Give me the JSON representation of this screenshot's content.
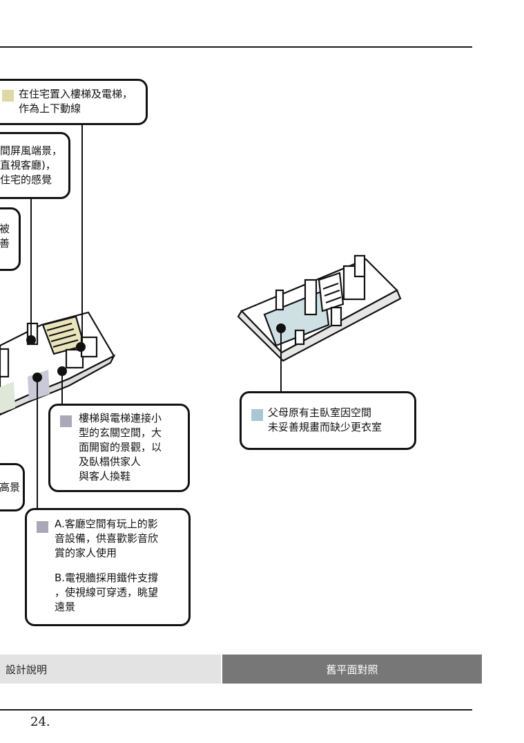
{
  "colors": {
    "yellow_swatch": "#ddd9a6",
    "blue_swatch": "#a9c6d4",
    "gray_swatch": "#a8a8b6",
    "room_blue": "#cfe0e4",
    "stair_yellow": "#e9e4bc"
  },
  "callouts": {
    "stairs": {
      "text": "在住宅置入樓梯及電梯，\n作為上下動線"
    },
    "screen": {
      "text": "間屏風端景，\n直視客廳)，\n住宅的感覺"
    },
    "partial": {
      "text": "被\n善"
    },
    "foyer": {
      "text": "樓梯與電梯連接小\n型的玄關空間，大\n面開窗的景觀，以\n及臥榻供家人\n與客人換鞋"
    },
    "view": {
      "text": "高景"
    },
    "living": {
      "text_a": "A.客廳空間有玩上的影\n音設備，供喜歡影音欣\n賞的家人使用",
      "text_b": "B.電視牆採用鐵件支撐\n，使視線可穿透，眺望\n遠景"
    },
    "bedroom": {
      "text": "父母原有主臥室因空間\n未妥善規畫而缺少更衣室"
    }
  },
  "footer": {
    "left_label": "設計說明",
    "right_label": "舊平面對照"
  },
  "page_number": "24."
}
